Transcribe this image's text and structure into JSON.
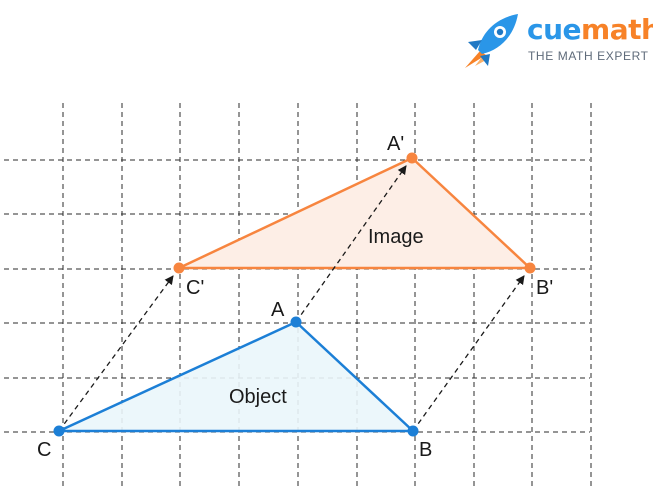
{
  "brand": {
    "name_part1": "cue",
    "name_part2": "math",
    "tagline": "THE MATH EXPERT",
    "color_part1": "#2a96e8",
    "color_part2": "#f78228",
    "icon": "rocket-icon"
  },
  "diagram": {
    "object_label": "Object",
    "image_label": "Image",
    "points": {
      "A": "A",
      "B": "B",
      "C": "C",
      "A_prime": "A'",
      "B_prime": "B'",
      "C_prime": "C'"
    },
    "colors": {
      "object": "#1c7fd6",
      "object_fill": "#eaf6fb",
      "image": "#f7853f",
      "image_fill": "#fdeee6",
      "grid": "#2b2b2b",
      "arrow": "#1a1a1a"
    }
  }
}
